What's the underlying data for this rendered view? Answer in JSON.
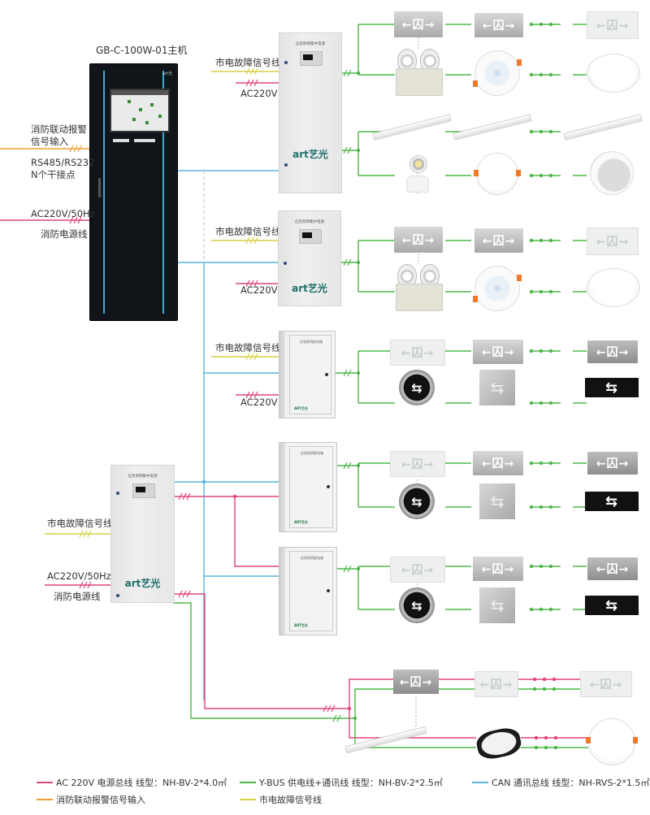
{
  "main_host": {
    "title": "GB-C-100W-01主机",
    "left_labels": {
      "fire_alarm": [
        "消防联动报警",
        "信号输入"
      ],
      "comm": [
        "RS485/RS232",
        "N个干接点"
      ],
      "power_top": "AC220V/50Hz",
      "power_bottom": "消防电源线"
    },
    "brand_mark": "art光"
  },
  "upper_panels": [
    {
      "signal_label": "市电故障信号线",
      "power_label": "AC220V",
      "brand": "art艺光",
      "title": "应急照明集中电源"
    },
    {
      "signal_label": "市电故障信号线",
      "power_label": "AC220V",
      "brand": "art艺光",
      "title": "应急照明集中电源"
    },
    {
      "signal_label": "市电故障信号线",
      "power_label": "AC220V",
      "title": "应急照明配电箱"
    }
  ],
  "lower_host": {
    "signal_label": "市电故障信号线",
    "power_top": "AC220V/50Hz",
    "power_bottom": "消防电源线",
    "brand": "art艺光",
    "title": "应急照明集中电源"
  },
  "fixtures": {
    "exit_arrow_text": "←囚→",
    "double_arrow": "⇆",
    "art_mark": "ART艺光"
  },
  "legend": [
    {
      "id": "ac220",
      "color": "#e0457a",
      "label": "AC 220V  电源总线   线型：NH-BV-2*4.0㎡"
    },
    {
      "id": "ybus",
      "color": "#4cb848",
      "label": "Y-BUS  供电线+通讯线  线型：NH-BV-2*2.5㎡"
    },
    {
      "id": "can",
      "color": "#5ab4de",
      "label": "CAN  通讯总线    线型：NH-RVS-2*1.5㎡"
    },
    {
      "id": "fire",
      "color": "#f0a030",
      "label": "消防联动报警信号输入"
    },
    {
      "id": "mains",
      "color": "#d8d040",
      "label": "市电故障信号线"
    }
  ],
  "colors": {
    "ac220": "#e0457a",
    "ybus": "#4cb848",
    "can": "#5ab4de",
    "fire": "#f0a030",
    "mains": "#d8d040"
  }
}
